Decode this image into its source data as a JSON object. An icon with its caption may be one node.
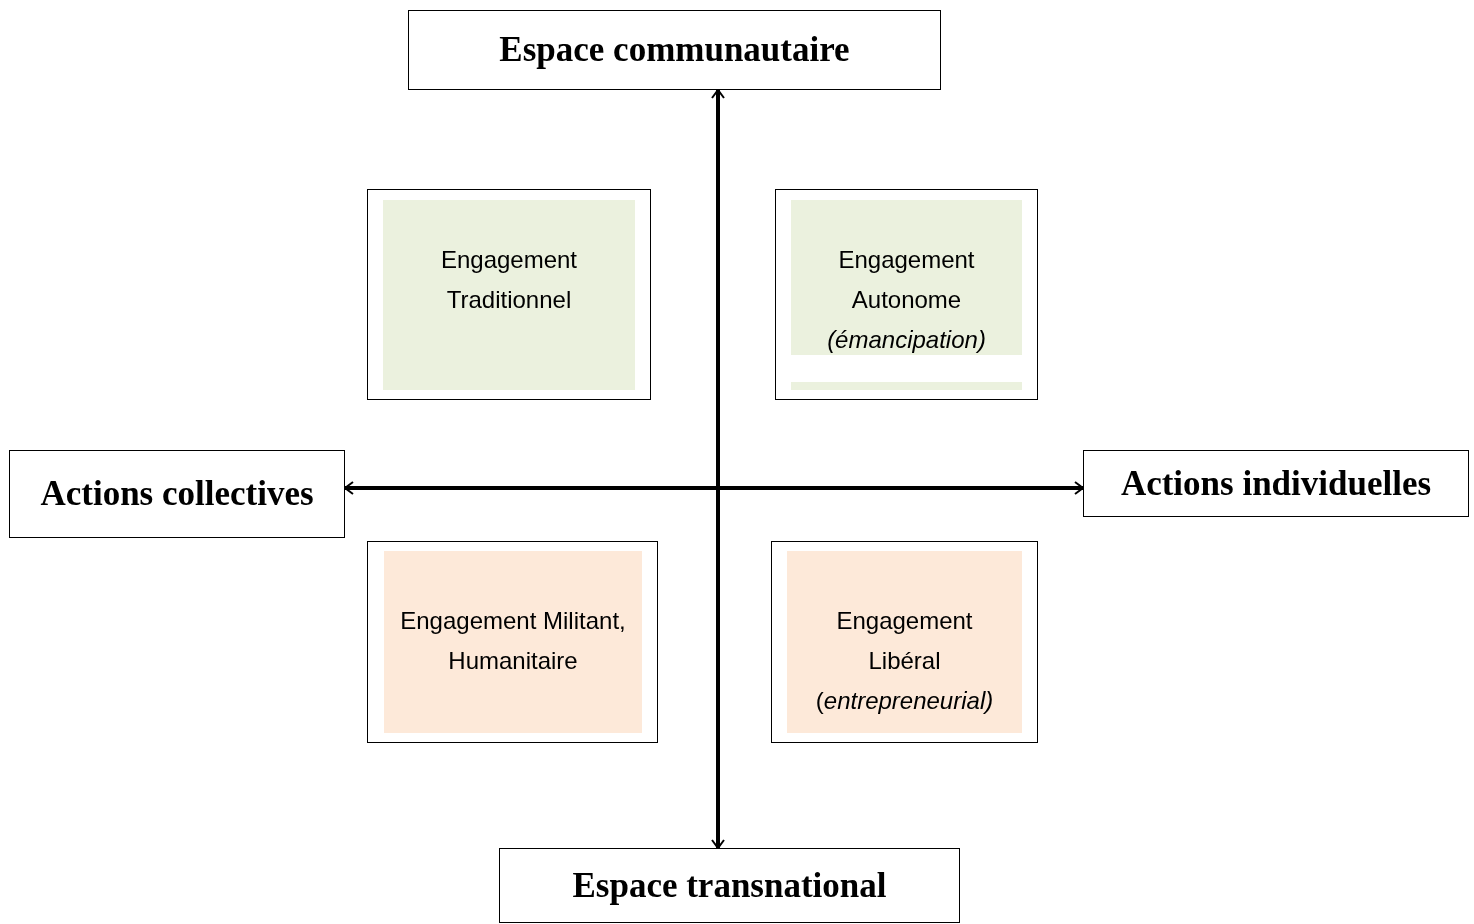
{
  "diagram": {
    "nodes": [
      {
        "text": [
          "Espace communautaire"
        ]
      },
      {
        "text": [
          "Engagement Traditionnel"
        ]
      },
      {
        "text": [
          "Engagement Autonome *(émancipation)*"
        ]
      },
      {
        "text": [
          "Actions collectives"
        ]
      },
      {
        "text": [
          "Actions individuelles"
        ]
      },
      {
        "text": [
          "Engagement Militant, Humanitaire"
        ]
      },
      {
        "text": [
          "Engagement Libéral (*entrepreneurial)*"
        ]
      },
      {
        "text": [
          "Espace transnational"
        ]
      }
    ],
    "edges": [
      {
        "from": 3,
        "to": 4,
        "arrow": "both"
      },
      {
        "from": 0,
        "to": 7,
        "arrow": "both"
      }
    ]
  }
}
